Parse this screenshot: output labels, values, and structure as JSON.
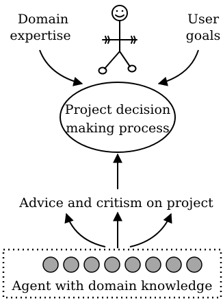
{
  "labels": {
    "domain_line1": "Domain",
    "domain_line2": "expertise",
    "user_line1": "User",
    "user_line2": "goals",
    "process_line1": "Project decision",
    "process_line2": "making process",
    "advice": "Advice and critism on project",
    "agent": "Agent with domain knowledge"
  },
  "agent_count": 8,
  "colors": {
    "stroke": "#000000",
    "agent_fill": "#a6a6a6",
    "background": "#ffffff"
  },
  "icons": {
    "user": "stick-figure-smiley-icon"
  }
}
